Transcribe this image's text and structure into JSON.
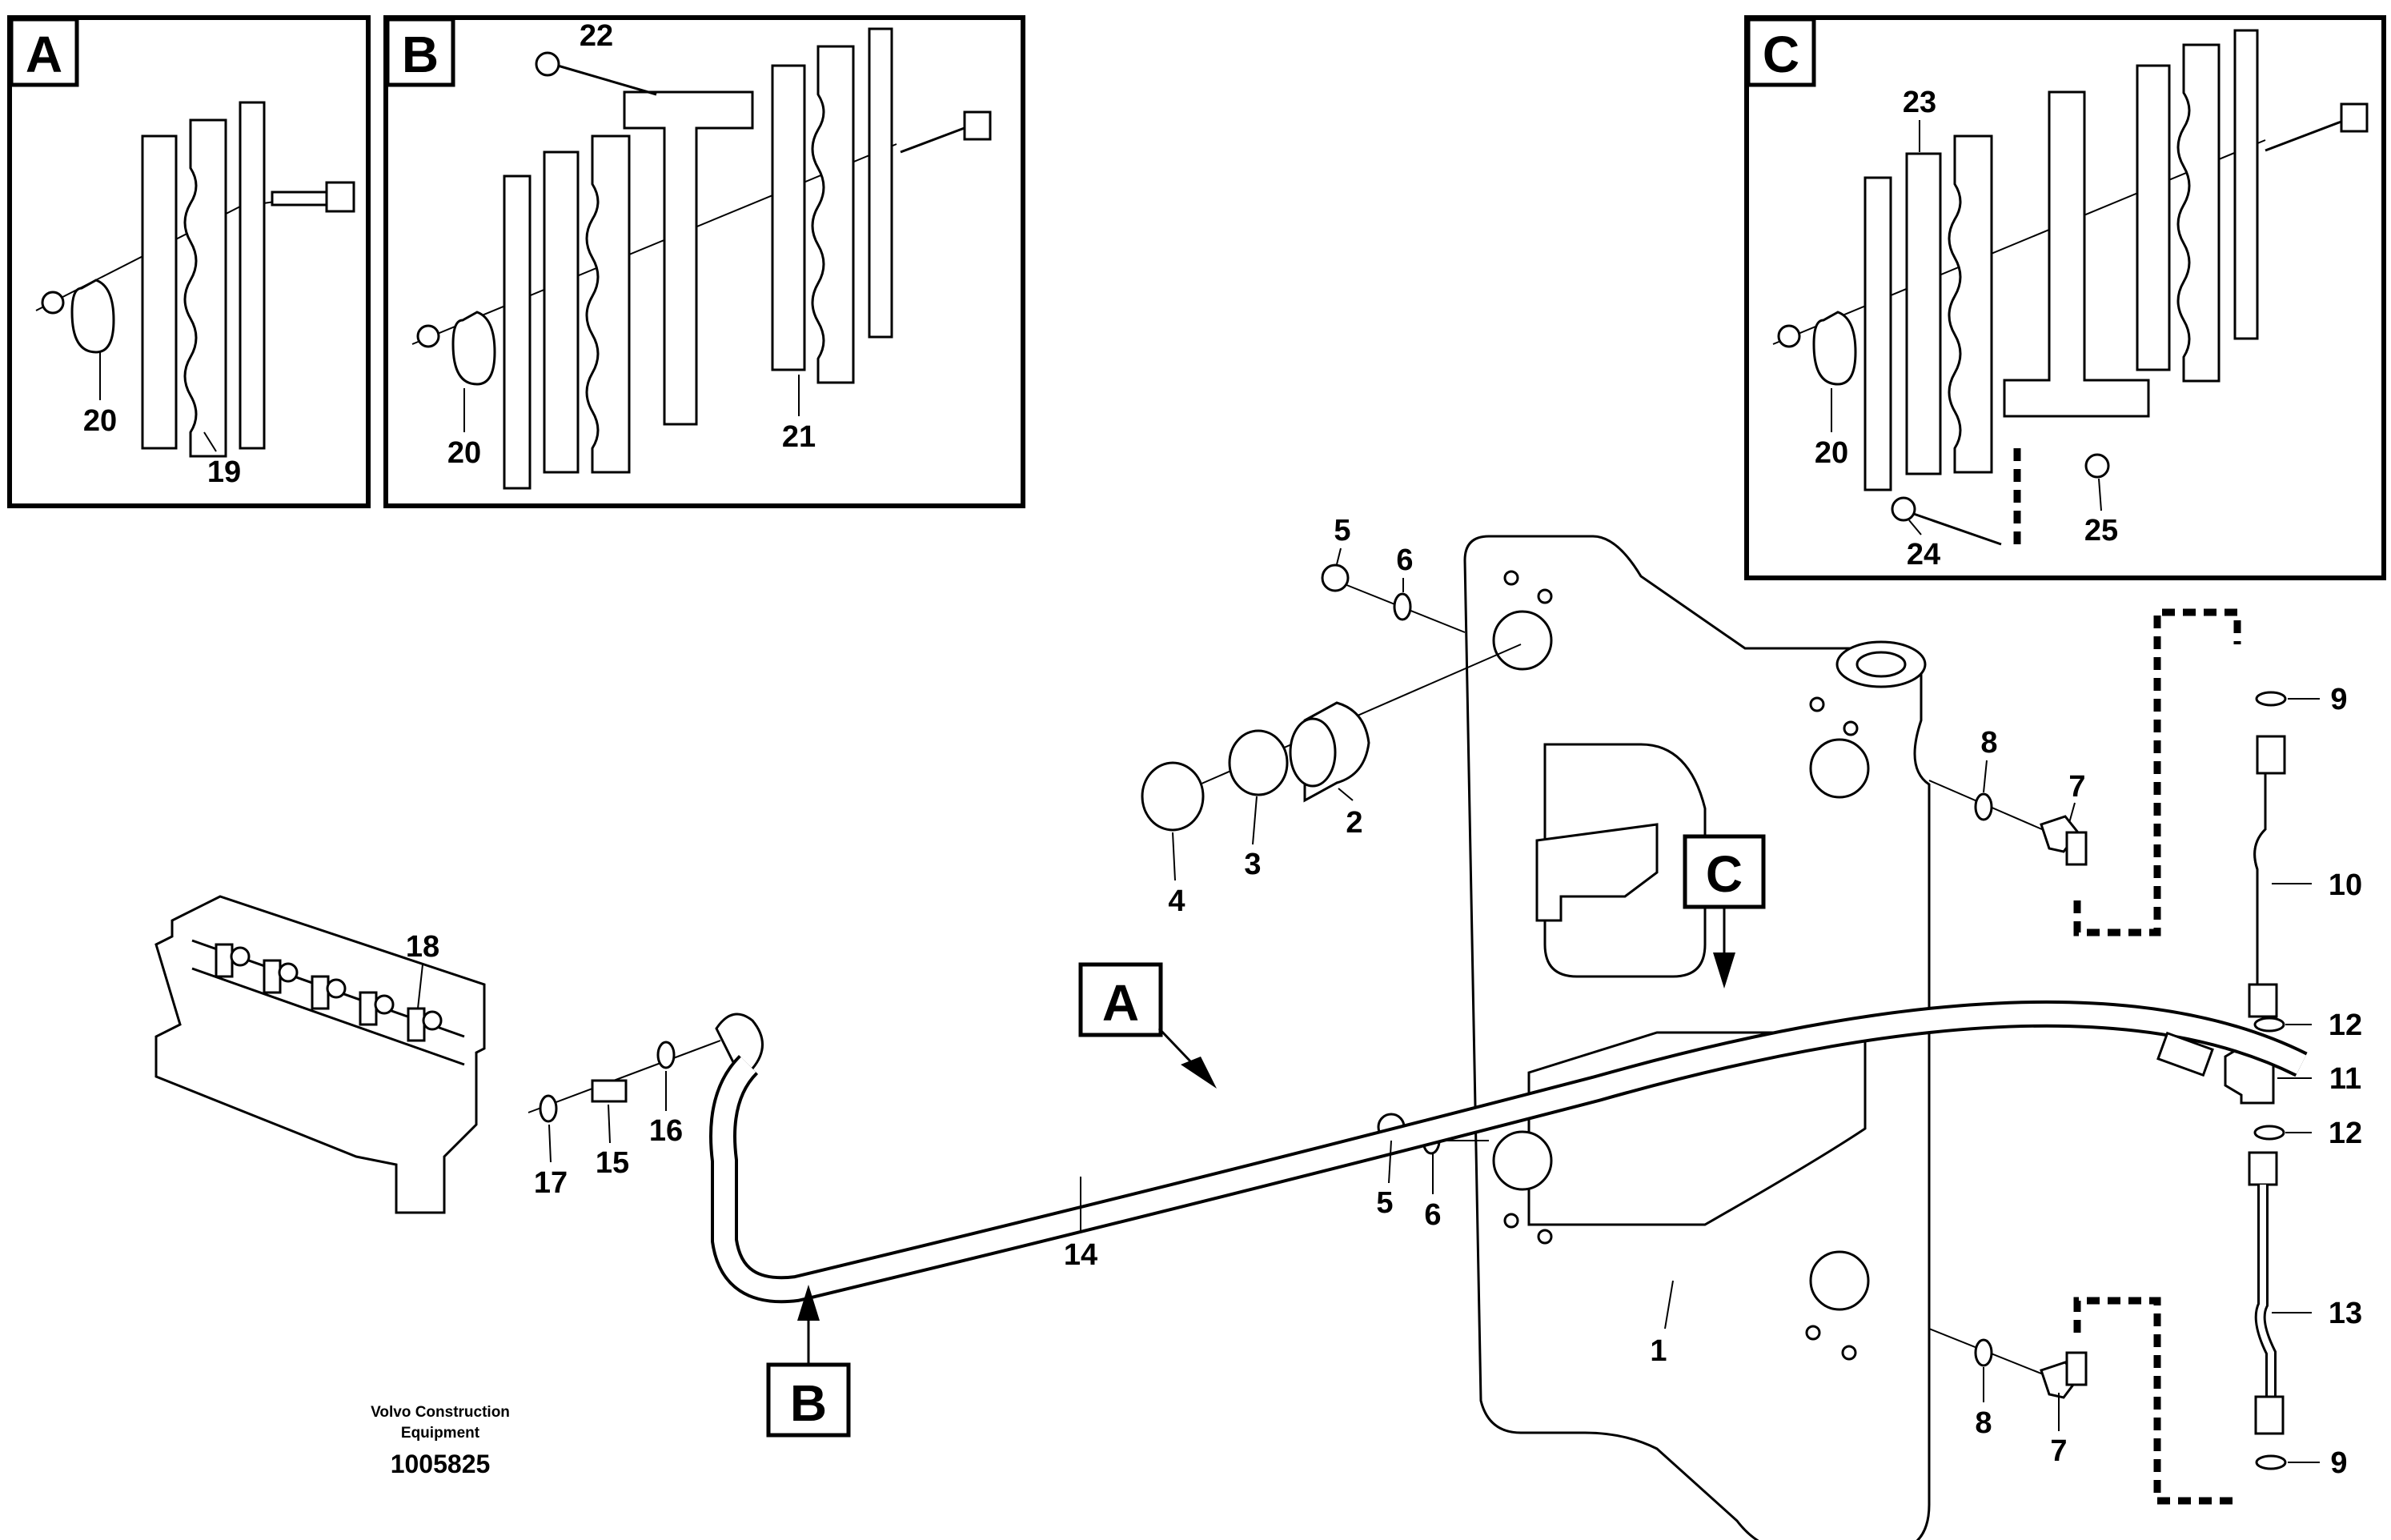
{
  "details": [
    {
      "letter": "A",
      "parts": [
        "20",
        "19"
      ]
    },
    {
      "letter": "B",
      "parts": [
        "22",
        "20",
        "21"
      ]
    },
    {
      "letter": "C",
      "parts": [
        "23",
        "20",
        "24",
        "25"
      ]
    }
  ],
  "callouts": [
    "A",
    "B",
    "C"
  ],
  "part_numbers": [
    "1",
    "2",
    "3",
    "4",
    "5",
    "6",
    "7",
    "8",
    "9",
    "10",
    "11",
    "12",
    "13",
    "14",
    "15",
    "16",
    "17",
    "18"
  ],
  "footer": {
    "line1": "Volvo Construction",
    "line2": "Equipment",
    "drawing_number": "1005825"
  }
}
